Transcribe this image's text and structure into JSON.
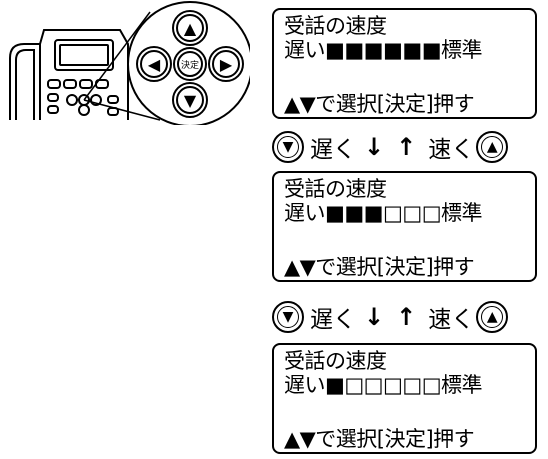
{
  "illustration": {
    "center_button_label": "決定",
    "up_symbol": "▲",
    "down_symbol": "▼",
    "left_symbol": "◀",
    "right_symbol": "▶"
  },
  "screens": [
    {
      "title": "受話の速度",
      "speed_line": "遅い■■■■■■標準",
      "instruction": "▲▼で選択[決定]押す"
    },
    {
      "title": "受話の速度",
      "speed_line": "遅い■■■□□□標準",
      "instruction": "▲▼で選択[決定]押す"
    },
    {
      "title": "受話の速度",
      "speed_line": "遅い■□□□□□標準",
      "instruction": "▲▼で選択[決定]押す"
    }
  ],
  "hints": [
    {
      "down_button": "▼",
      "slower_label": "遅く",
      "down_arrow": "↓",
      "up_arrow": "↑",
      "faster_label": "速く",
      "up_button": "▲"
    },
    {
      "down_button": "▼",
      "slower_label": "遅く",
      "down_arrow": "↓",
      "up_arrow": "↑",
      "faster_label": "速く",
      "up_button": "▲"
    }
  ]
}
